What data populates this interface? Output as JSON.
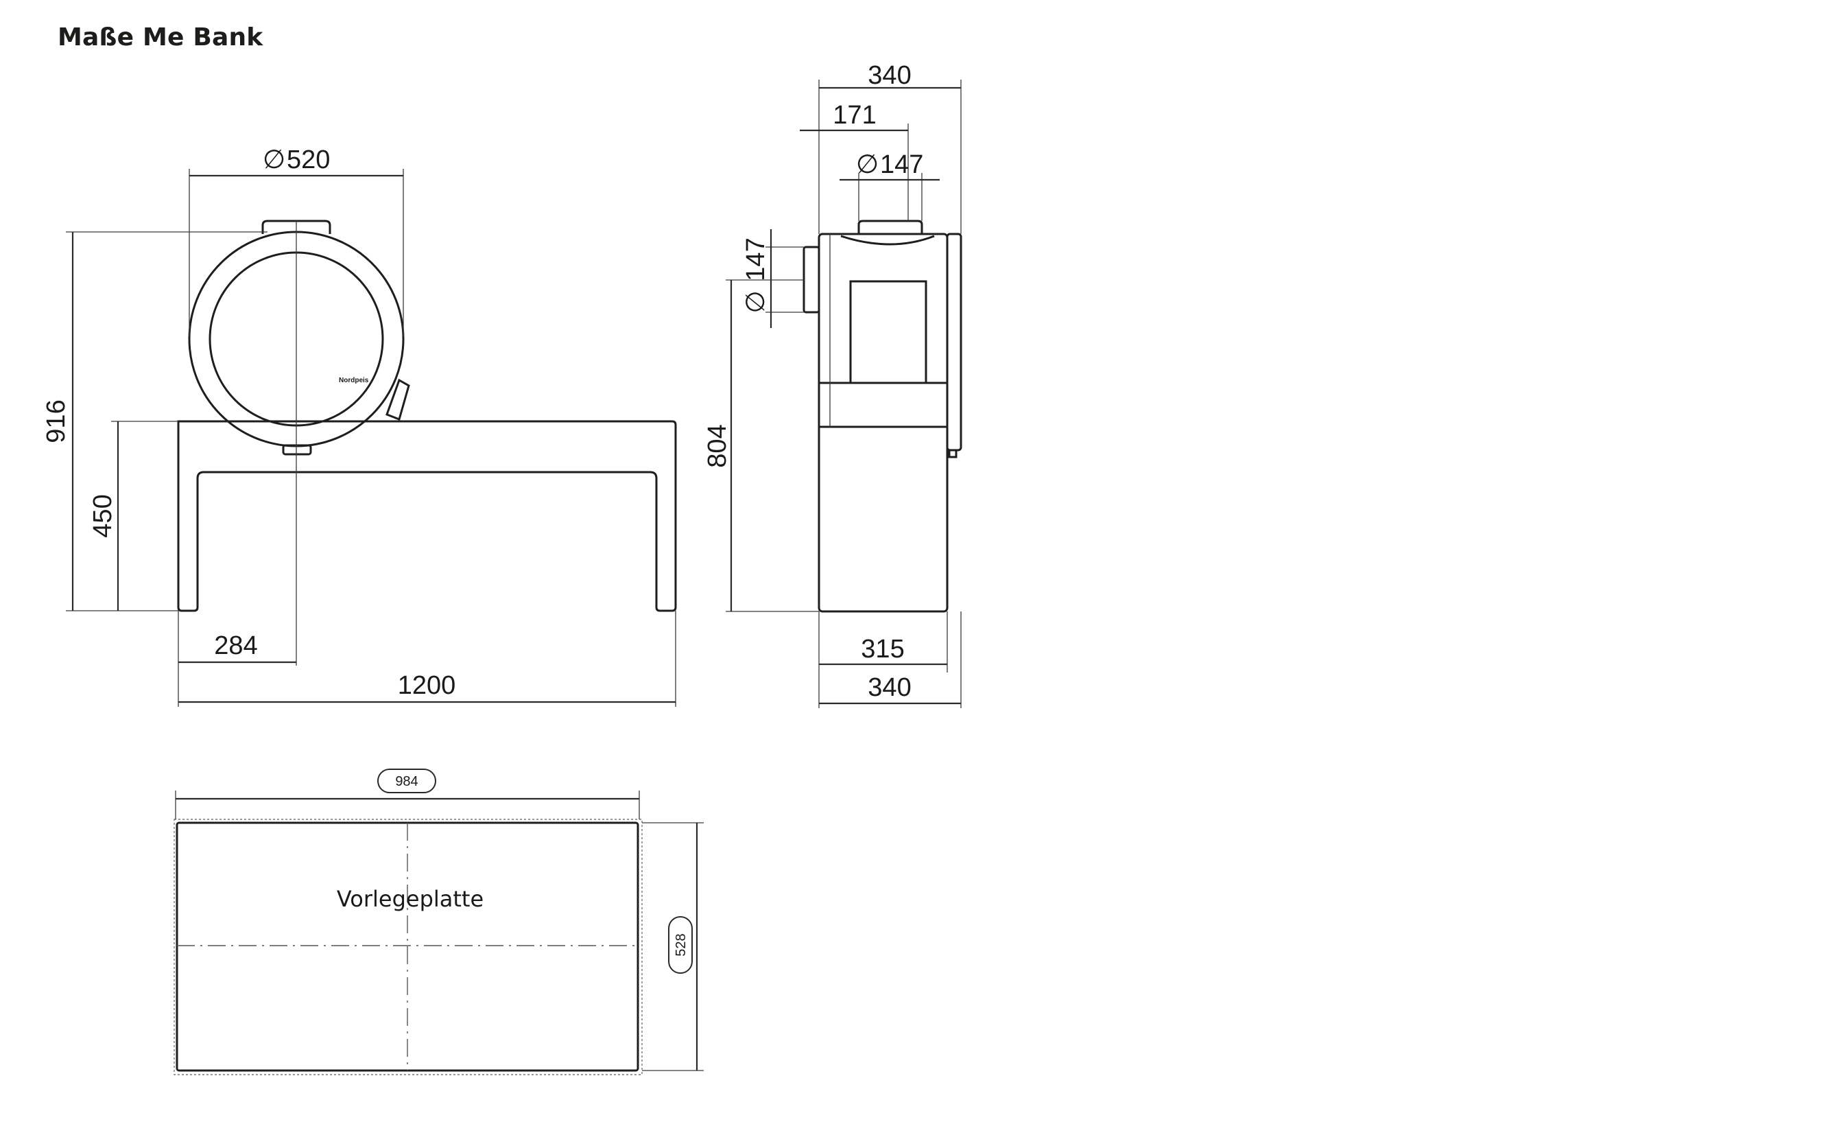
{
  "title": "Maße Me Bank",
  "front_view": {
    "diameter_symbol": "∅",
    "diameter": "520",
    "height_total": "916",
    "height_bench": "450",
    "offset": "284",
    "width": "1200",
    "brand": "Nordpeis"
  },
  "side_view": {
    "depth_top": "340",
    "offset_top": "171",
    "diameter_symbol": "∅",
    "flue_top": "147",
    "flue_rear": "147",
    "height_connection": "804",
    "depth_inner": "315",
    "depth_bottom": "340"
  },
  "floor_plate": {
    "label": "Vorlegeplatte",
    "width": "984",
    "depth": "528"
  }
}
